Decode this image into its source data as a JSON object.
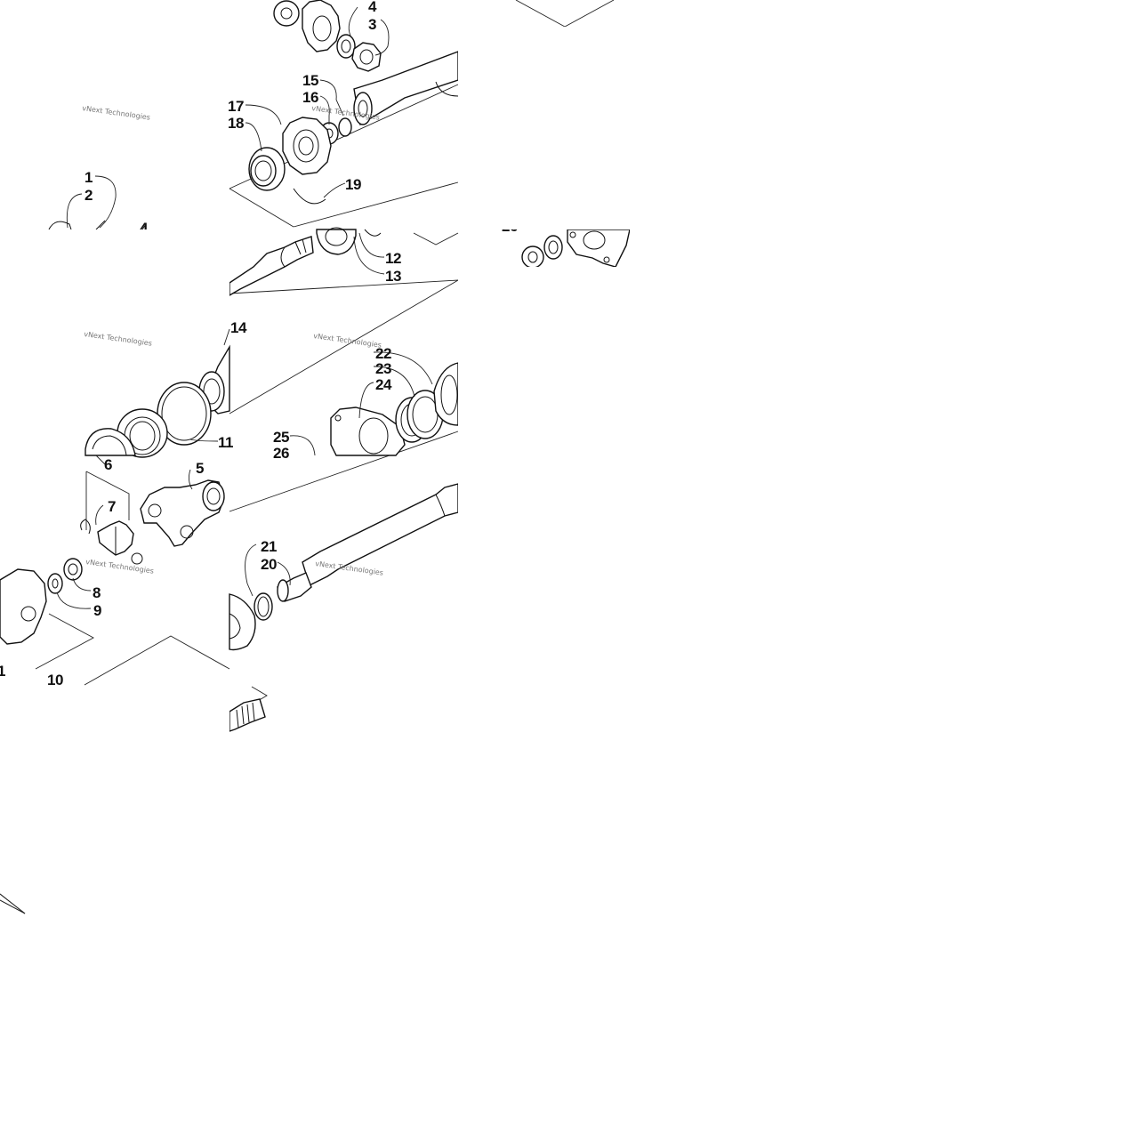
{
  "diagram": {
    "callouts": [
      "1",
      "2",
      "3",
      "4",
      "5",
      "6",
      "7",
      "8",
      "9",
      "10",
      "11",
      "12",
      "13",
      "14",
      "15",
      "16",
      "17",
      "18",
      "19",
      "20",
      "21",
      "22",
      "23",
      "24",
      "25",
      "26",
      "1",
      "11",
      "4",
      "26"
    ],
    "watermark": "vNext Technologies"
  }
}
